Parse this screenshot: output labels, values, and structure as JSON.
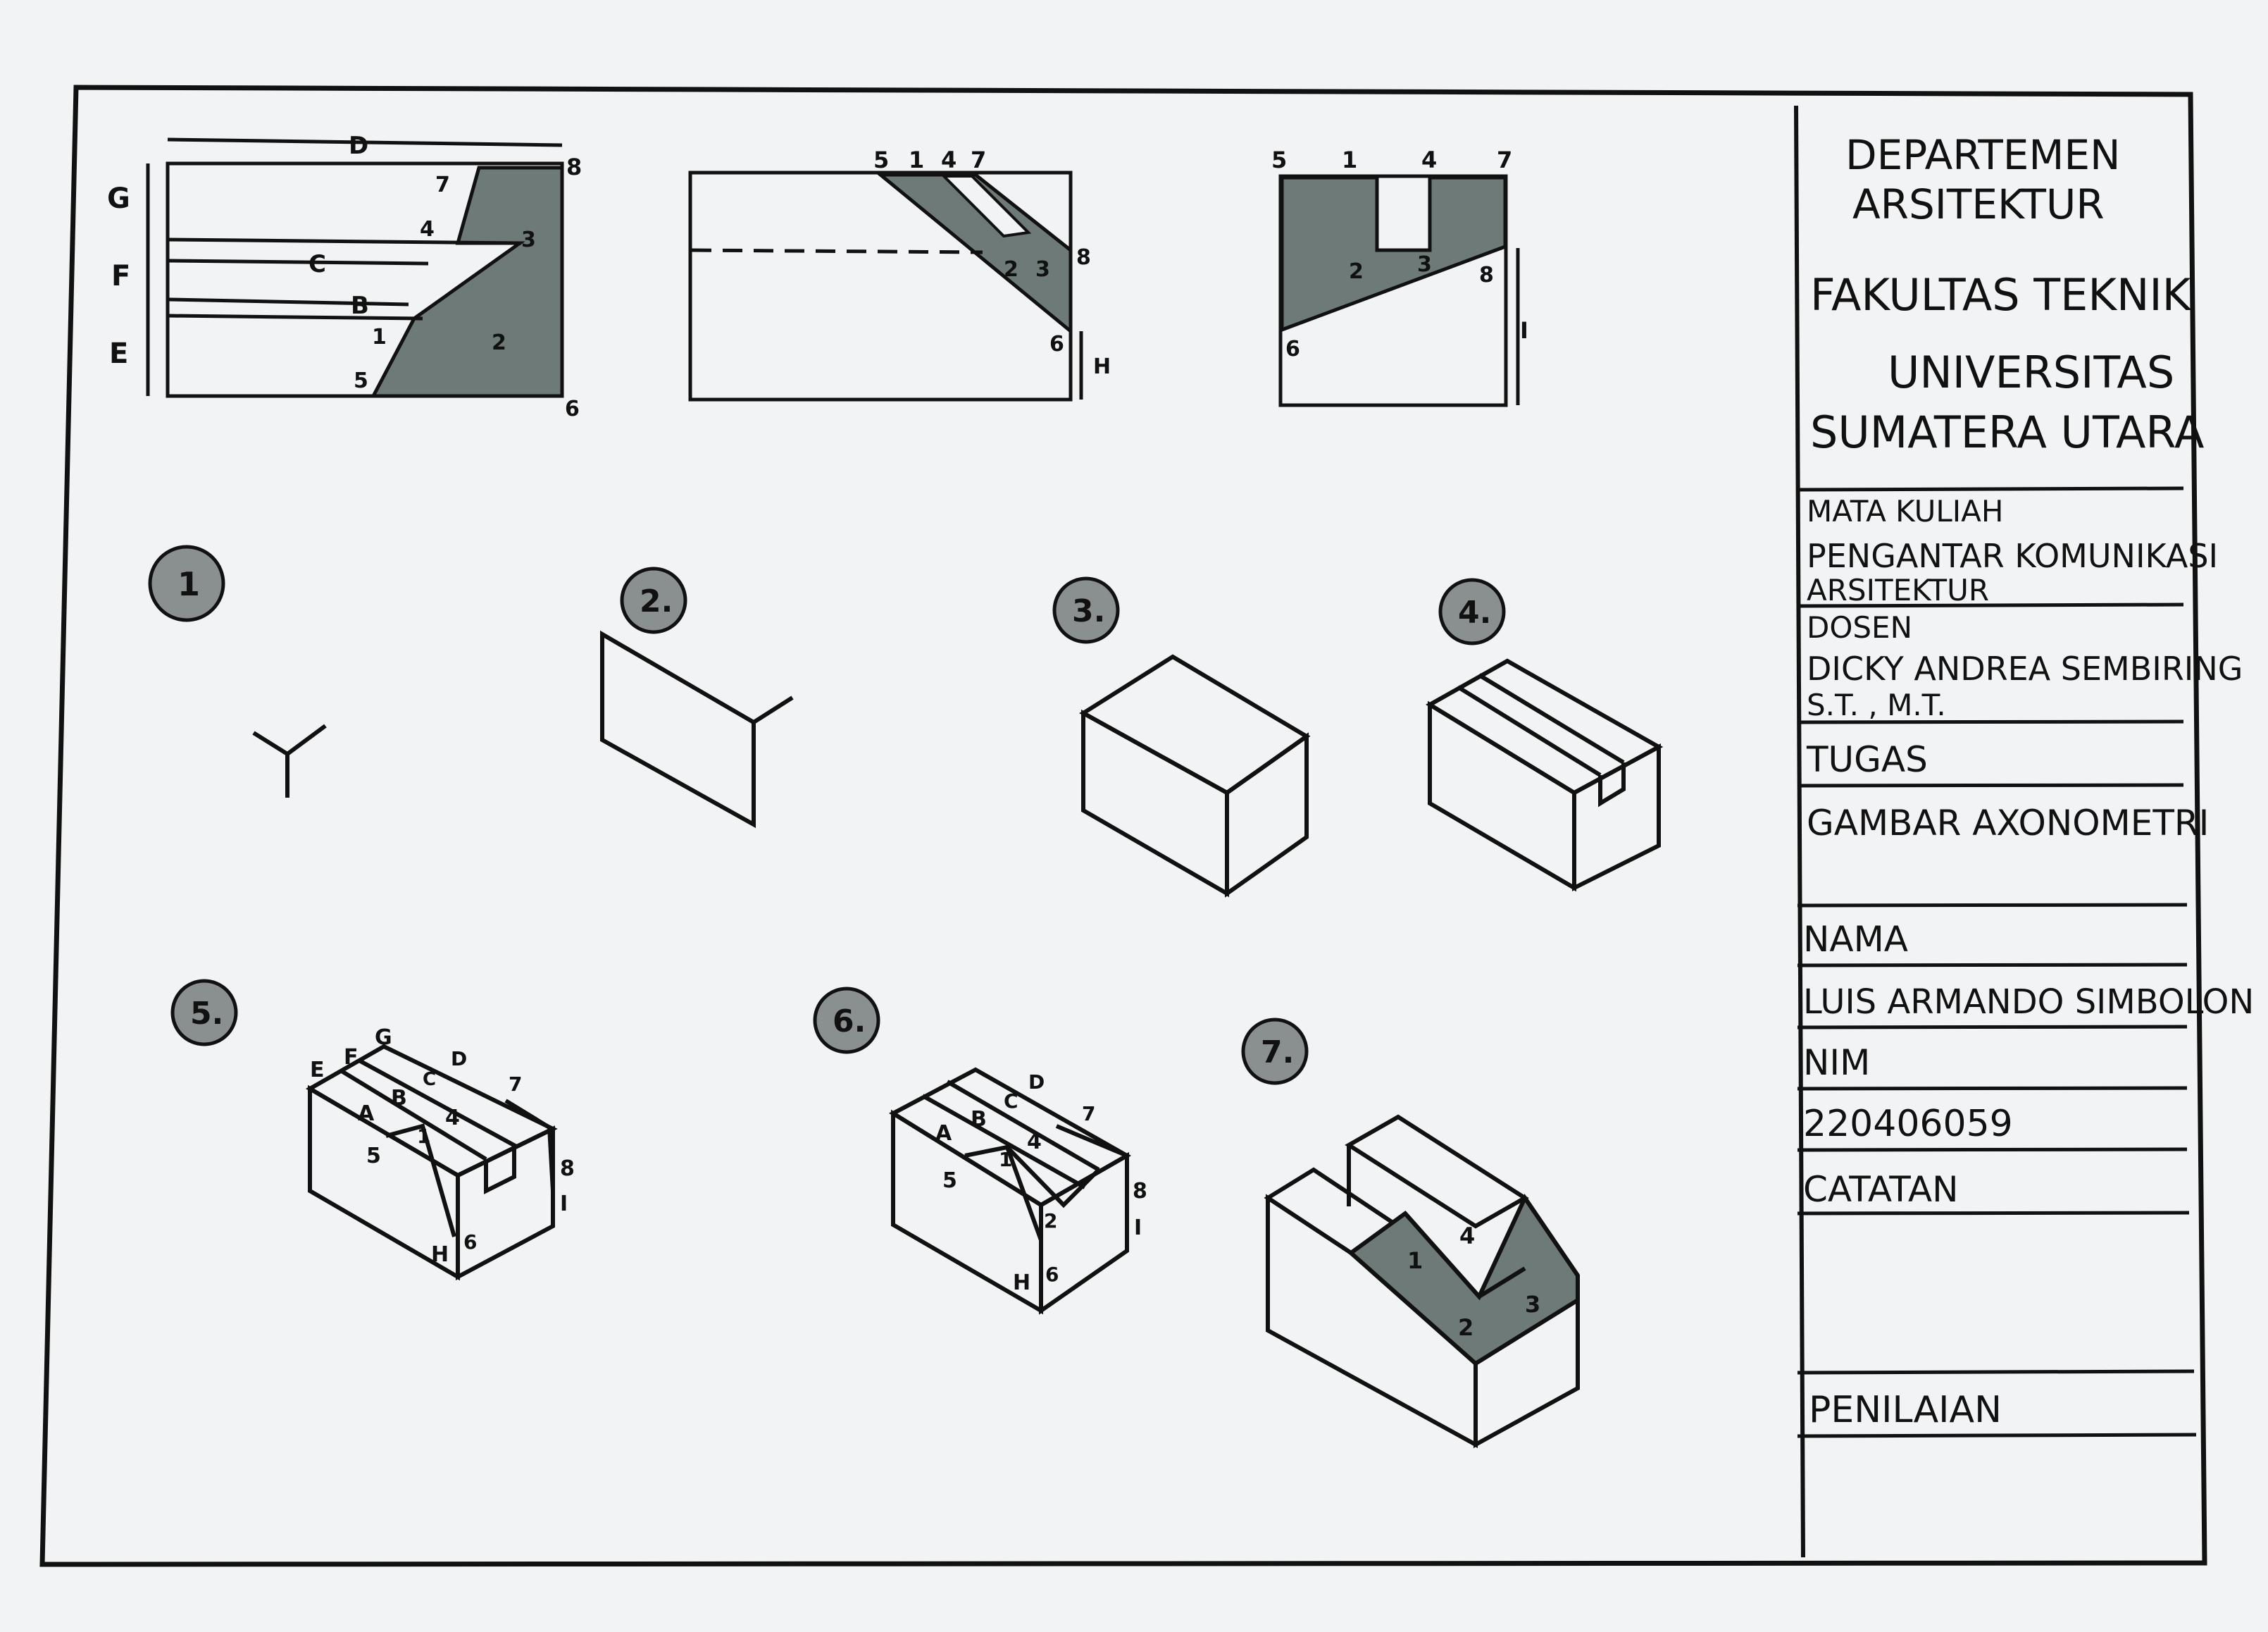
{
  "title_block": {
    "dept_line1": "DEPARTEMEN",
    "dept_line2": "ARSITEKTUR",
    "faculty": "FAKULTAS TEKNIK",
    "univ_line1": "UNIVERSITAS",
    "univ_line2": "SUMATERA UTARA",
    "course_label": "MATA KULIAH",
    "course_line1": "PENGANTAR KOMUNIKASI",
    "course_line2": "ARSITEKTUR",
    "lecturer_label": "DOSEN",
    "lecturer_line1": "DICKY ANDREA SEMBIRING",
    "lecturer_line2": "S.T. , M.T.",
    "task_label": "TUGAS",
    "task_value": "GAMBAR AXONOMETRI",
    "name_label": "NAMA",
    "name_value": "LUIS ARMANDO SIMBOLON",
    "nim_label": "NIM",
    "nim_value": "220406059",
    "notes_label": "CATATAN",
    "grade_label": "PENILAIAN"
  },
  "steps": [
    "1",
    "2.",
    "3.",
    "4.",
    "5.",
    "6.",
    "7."
  ],
  "dim_labels": {
    "D": "D",
    "C": "C",
    "B": "B",
    "G": "G",
    "F": "F",
    "E": "E",
    "H": "H",
    "I": "I"
  },
  "points": {
    "p1": "1",
    "p2": "2",
    "p3": "3",
    "p4": "4",
    "p5": "5",
    "p6": "6",
    "p7": "7",
    "p8": "8"
  },
  "letters": {
    "A": "A",
    "B": "B",
    "C": "C",
    "D": "D",
    "E": "E",
    "F": "F",
    "G": "G",
    "H": "H",
    "I": "I"
  },
  "colors": {
    "paper": "#f3f4f5",
    "ink": "#111111",
    "shade": "#6e7a78",
    "badge": "#8a8f8f",
    "background": "#d9dadb"
  }
}
